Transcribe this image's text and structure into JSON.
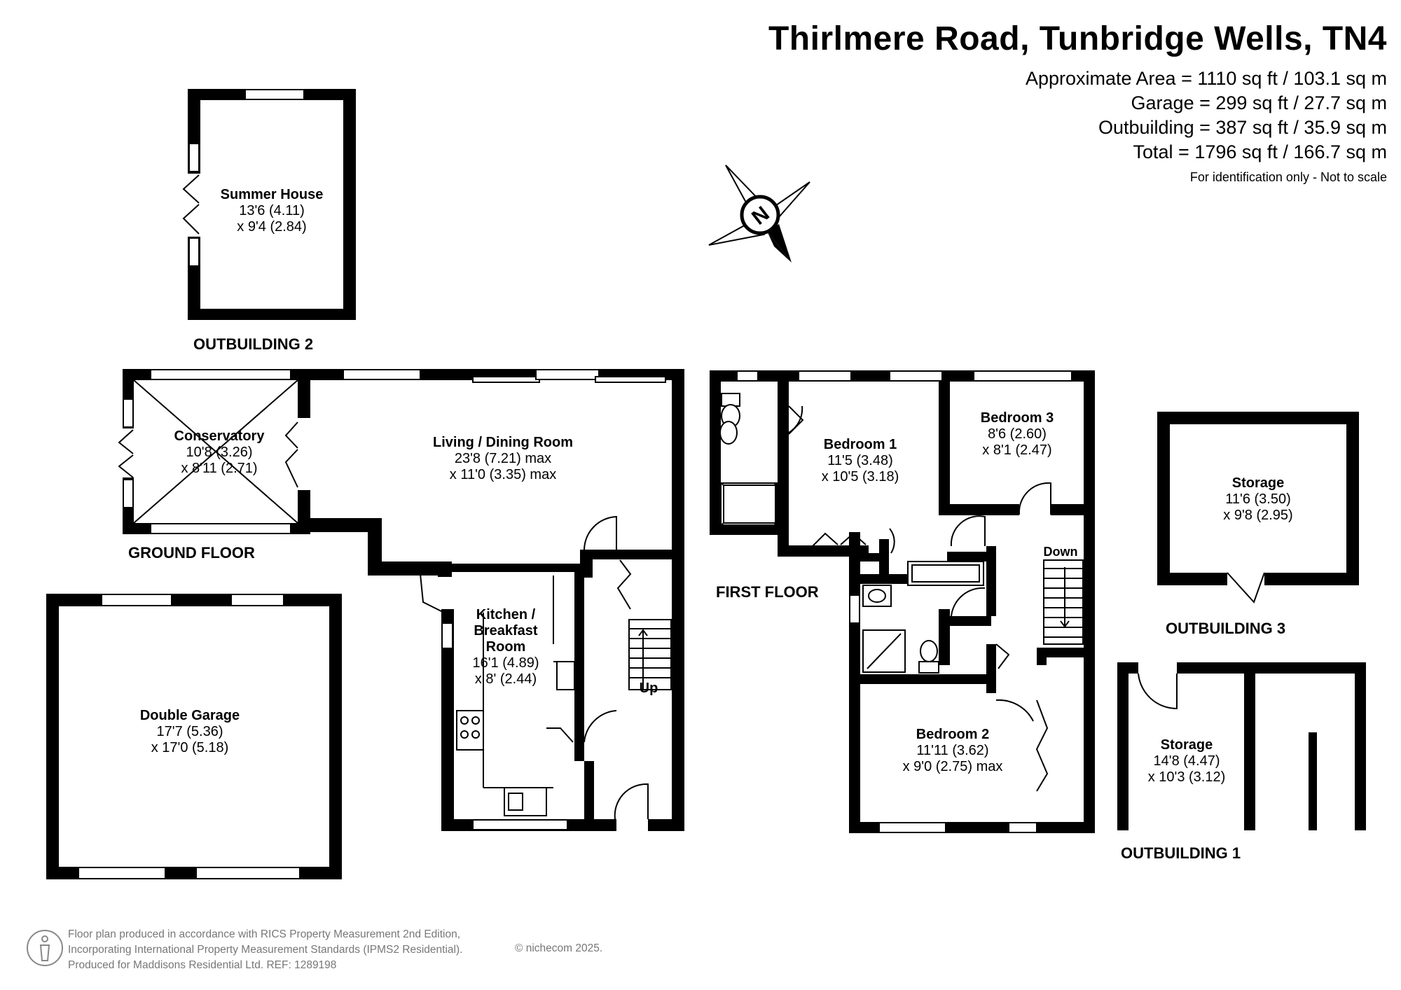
{
  "header": {
    "title": "Thirlmere Road, Tunbridge Wells, TN4",
    "areas": [
      "Approximate Area = 1110 sq ft / 103.1 sq m",
      "Garage = 299 sq ft / 27.7 sq m",
      "Outbuilding = 387 sq ft / 35.9 sq m",
      "Total = 1796 sq ft / 166.7 sq m"
    ],
    "note": "For identification only - Not to scale"
  },
  "compass": {
    "letter": "N",
    "icon": "compass-north-arrow-icon"
  },
  "sections": {
    "outbuilding2": "OUTBUILDING 2",
    "ground_floor": "GROUND FLOOR",
    "first_floor": "FIRST FLOOR",
    "outbuilding3": "OUTBUILDING 3",
    "outbuilding1": "OUTBUILDING 1"
  },
  "rooms": {
    "summer_house": {
      "name": "Summer House",
      "dim1": "13'6 (4.11)",
      "dim2": "x 9'4 (2.84)"
    },
    "conservatory": {
      "name": "Conservatory",
      "dim1": "10'8 (3.26)",
      "dim2": "x 8'11 (2.71)"
    },
    "living_dining": {
      "name": "Living / Dining Room",
      "dim1": "23'8 (7.21) max",
      "dim2": "x 11'0 (3.35) max"
    },
    "kitchen": {
      "name1": "Kitchen /",
      "name2": "Breakfast",
      "name3": "Room",
      "dim1": "16'1 (4.89)",
      "dim2": "x 8' (2.44)"
    },
    "double_garage": {
      "name": "Double Garage",
      "dim1": "17'7 (5.36)",
      "dim2": "x 17'0 (5.18)"
    },
    "bedroom1": {
      "name": "Bedroom 1",
      "dim1": "11'5 (3.48)",
      "dim2": "x 10'5 (3.18)"
    },
    "bedroom2": {
      "name": "Bedroom 2",
      "dim1": "11'11 (3.62)",
      "dim2": "x 9'0 (2.75) max"
    },
    "bedroom3": {
      "name": "Bedroom 3",
      "dim1": "8'6 (2.60)",
      "dim2": "x 8'1 (2.47)"
    },
    "storage3": {
      "name": "Storage",
      "dim1": "11'6 (3.50)",
      "dim2": "x 9'8 (2.95)"
    },
    "storage1": {
      "name": "Storage",
      "dim1": "14'8 (4.47)",
      "dim2": "x 10'3 (3.12)"
    }
  },
  "stairs": {
    "up": "Up",
    "down": "Down"
  },
  "footer": {
    "line1": "Floor plan produced in accordance with RICS Property Measurement 2nd Edition,",
    "line2": "Incorporating International Property Measurement Standards (IPMS2 Residential).",
    "line3": "Produced for Maddisons Residential Ltd.    REF: 1289198",
    "copyright": "© nichecom 2025.",
    "icon": "person-measure-icon"
  }
}
